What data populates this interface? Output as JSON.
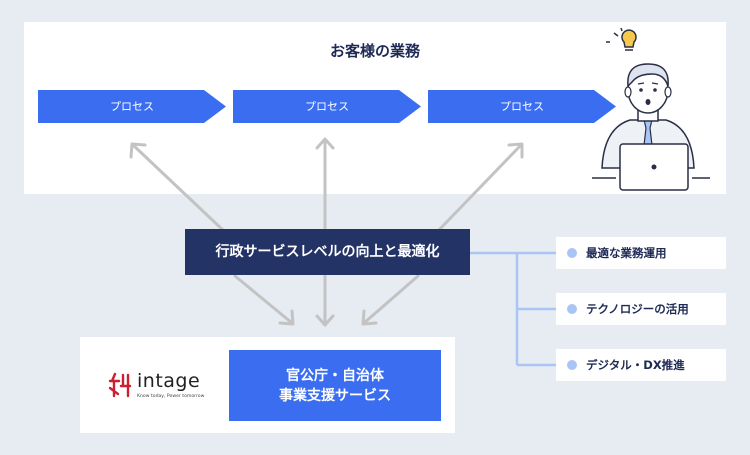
{
  "top": {
    "title": "お客様の業務",
    "processes": [
      "プロセス",
      "プロセス",
      "プロセス"
    ]
  },
  "center": {
    "label": "行政サービスレベルの向上と最適化"
  },
  "tags": [
    "最適な業務運用",
    "テクノロジーの活用",
    "デジタル・DX推進"
  ],
  "bottom": {
    "logo": {
      "name": "intage",
      "tagline": "Know today, Power tomorrow"
    },
    "service": {
      "line1": "官公庁・自治体",
      "line2": "事業支援サービス"
    }
  },
  "colors": {
    "process_blue": "#3a6df0",
    "navy": "#243366",
    "connector_blue": "#a9c5f6",
    "arrow_gray": "#c3c3c3",
    "logo_red": "#cc1f2f"
  },
  "icons": {
    "person": "businessman-at-laptop-icon",
    "idea": "lightbulb-icon"
  }
}
